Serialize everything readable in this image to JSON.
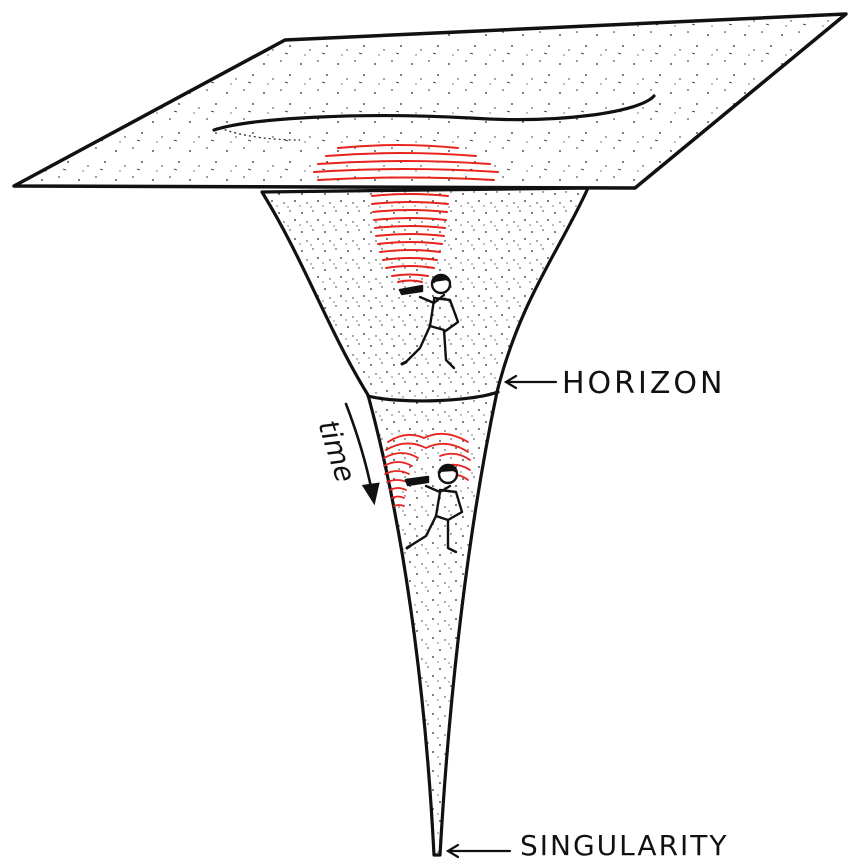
{
  "labels": {
    "horizon": "HORIZON",
    "singularity": "SINGULARITY",
    "time": "time"
  },
  "colors": {
    "ink": "#111111",
    "light_cone": "#e8231e",
    "paper": "#ffffff"
  }
}
